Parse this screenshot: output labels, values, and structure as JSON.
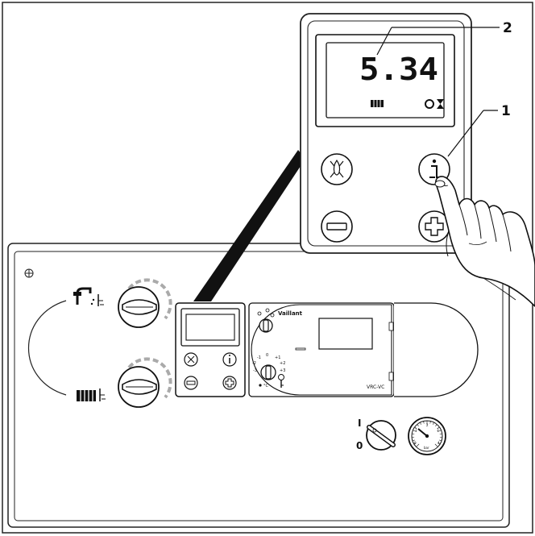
{
  "callouts": {
    "display": "2",
    "info_button": "1"
  },
  "display": {
    "reading": "5.34"
  },
  "module": {
    "brand": "Vaillant",
    "model": "VRC-VC"
  },
  "switch": {
    "on": "I",
    "off": "0"
  },
  "dial": {
    "scale": [
      "-3",
      "-2",
      "-1",
      "0",
      "+1",
      "+2",
      "+3"
    ],
    "unit": "°C"
  },
  "gauge": {
    "scale": [
      "0",
      "1",
      "2",
      "3",
      "4"
    ],
    "unit": "bar"
  }
}
